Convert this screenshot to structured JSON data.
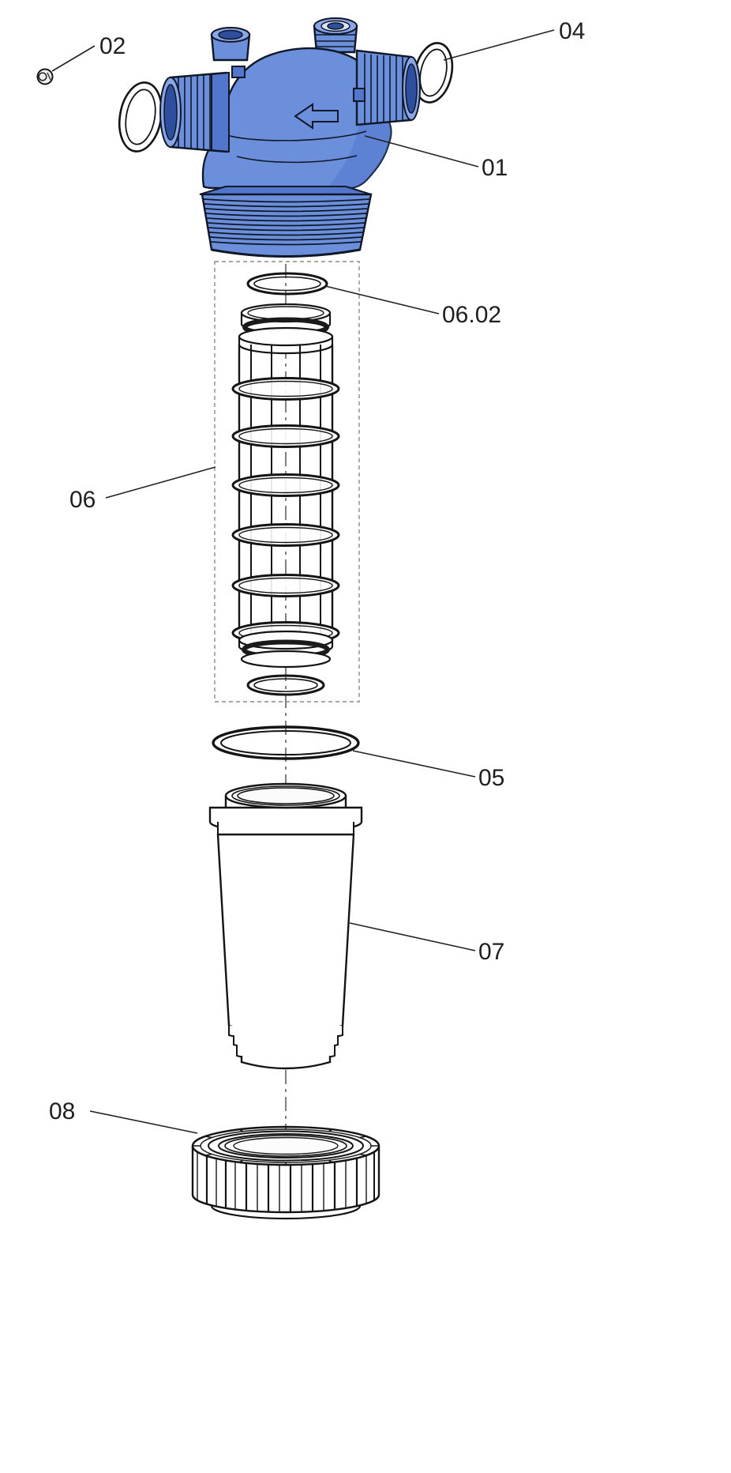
{
  "diagram": {
    "type": "exploded-view-parts-diagram",
    "labels": {
      "p02": "02",
      "p04": "04",
      "p01": "01",
      "p06_02": "06.02",
      "p06": "06",
      "p05": "05",
      "p07": "07",
      "p08": "08"
    },
    "colors": {
      "head-fill": "#6b8fdb",
      "head-dark": "#5276cc",
      "head-light": "#8aa6e6",
      "bore": "#2e4f9e",
      "head-line": "#101828",
      "ink": "#141414",
      "label-ink": "#1f1f1f",
      "dash": "#8a8a8a"
    }
  }
}
